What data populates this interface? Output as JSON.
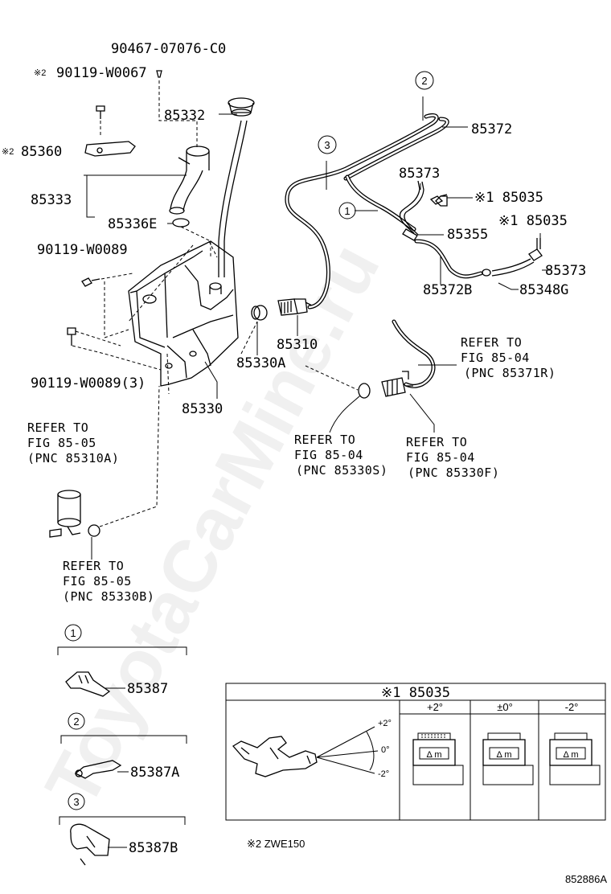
{
  "watermark": "ToyotaCarMine.ru",
  "labels": {
    "p90467": "90467-07076-C0",
    "p90119a_mark": "※2",
    "p90119a": "90119-W0067",
    "p85332": "85332",
    "p85360_mark": "※2",
    "p85360": "85360",
    "p85333": "85333",
    "p85336e": "85336E",
    "p90119b": "90119-W0089",
    "p90119c": "90119-W0089(3)",
    "p85330": "85330",
    "p85330a": "85330A",
    "p85310": "85310",
    "p85372": "85372",
    "p85373a": "85373",
    "p85035a": "※1 85035",
    "p85035b": "※1 85035",
    "p85355": "85355",
    "p85373b": "85373",
    "p85372b": "85372B",
    "p85348g": "85348G",
    "p85387": "85387",
    "p85387a": "85387A",
    "p85387b": "85387B"
  },
  "callouts": {
    "c1": "1",
    "c2": "2",
    "c3": "3"
  },
  "refs": {
    "r1": [
      "REFER TO",
      "FIG 85-04",
      "(PNC 85371R)"
    ],
    "r2": [
      "REFER TO",
      "FIG 85-04",
      "(PNC 85330S)"
    ],
    "r3": [
      "REFER TO",
      "FIG 85-04",
      "(PNC 85330F)"
    ],
    "r4": [
      "REFER TO",
      "FIG 85-05",
      "(PNC 85310A)"
    ],
    "r5": [
      "REFER TO",
      "FIG 85-05",
      "(PNC 85330B)"
    ]
  },
  "table": {
    "title": "※1 85035",
    "columns": [
      "+2°",
      "±0°",
      "-2°"
    ],
    "angle_marks": [
      "+2°",
      "0°",
      "-2°"
    ]
  },
  "footnote": "※2 ZWE150",
  "figure_code": "852886A"
}
